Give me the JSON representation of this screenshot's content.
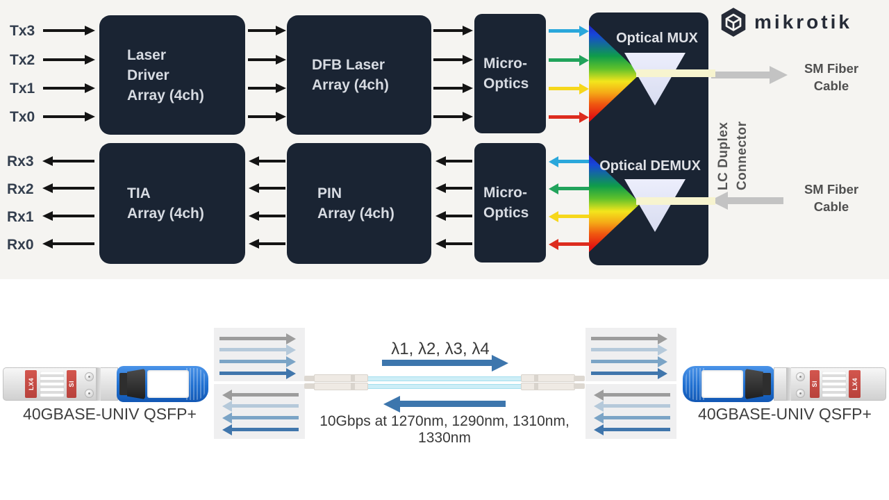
{
  "brand": {
    "wordmark": "mikrotik",
    "logo_icon": "mikrotik-hex-cube-icon",
    "logo_color": "#262b37"
  },
  "block_diagram": {
    "tx_labels": [
      "Tx3",
      "Tx2",
      "Tx1",
      "Tx0"
    ],
    "rx_labels": [
      "Rx3",
      "Rx2",
      "Rx1",
      "Rx0"
    ],
    "laser_driver": {
      "l1": "Laser",
      "l2": "Driver",
      "l3": "Array (4ch)"
    },
    "dfb_laser": {
      "l1": "DFB Laser",
      "l2": "Array (4ch)"
    },
    "micro_optics_tx": {
      "l1": "Micro-",
      "l2": "Optics"
    },
    "tia": {
      "l1": "TIA",
      "l2": "Array (4ch)"
    },
    "pin": {
      "l1": "PIN",
      "l2": "Array (4ch)"
    },
    "micro_optics_rx": {
      "l1": "Micro-",
      "l2": "Optics"
    },
    "mux_label": "Optical MUX",
    "demux_label": "Optical DEMUX",
    "lc_connector": {
      "l1": "LC Duplex",
      "l2": "Connector"
    },
    "sm_fiber_tx": {
      "l1": "SM Fiber",
      "l2": "Cable"
    },
    "sm_fiber_rx": {
      "l1": "SM Fiber",
      "l2": "Cable"
    },
    "box_color": "#1a2433",
    "panel_color": "#f5f4f1",
    "channel_colors": {
      "ch3": "#2aa7db",
      "ch2": "#21a35b",
      "ch1": "#f6d71b",
      "ch0": "#dd2c1e"
    },
    "fiber_arrow_color": "#c3c3c3",
    "beam_color": "#f7f4cf"
  },
  "link_diagram": {
    "left_module_label": "40GBASE-UNIV QSFP+",
    "right_module_label": "40GBASE-UNIV QSFP+",
    "left_module_tags": {
      "tag1": "LX4",
      "tag2": "SI"
    },
    "right_module_tags": {
      "tag1": "SI",
      "tag2": "LX4"
    },
    "wavelengths": "λ1, λ2, λ3, λ4",
    "line_rate": "10Gbps at 1270nm, 1290nm, 1310nm, 1330nm",
    "lane_colors": [
      "#9c9c9c",
      "#b5c9da",
      "#7ba4c6",
      "#4076ac"
    ],
    "fiber_tube_color": "#cdeef7",
    "big_arrow_color": "#3d76ad",
    "module_handle_color": "#1f6fd0"
  }
}
